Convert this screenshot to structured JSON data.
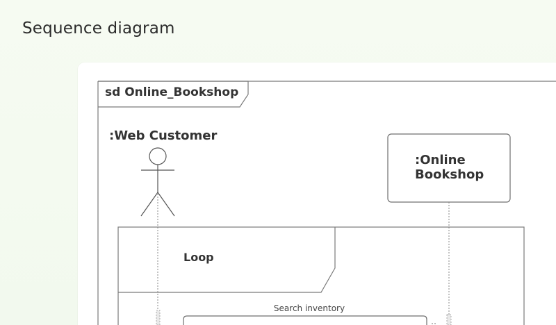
{
  "page": {
    "title": "Sequence diagram"
  },
  "diagram": {
    "frame_label": "sd Online_Bookshop",
    "participants": [
      {
        "name": ":Web Customer",
        "kind": "actor"
      },
      {
        "name_line1": ":Online",
        "name_line2": "Bookshop",
        "kind": "object"
      }
    ],
    "fragment": {
      "label": "Loop"
    },
    "messages": [
      {
        "label": "Search inventory"
      }
    ]
  }
}
